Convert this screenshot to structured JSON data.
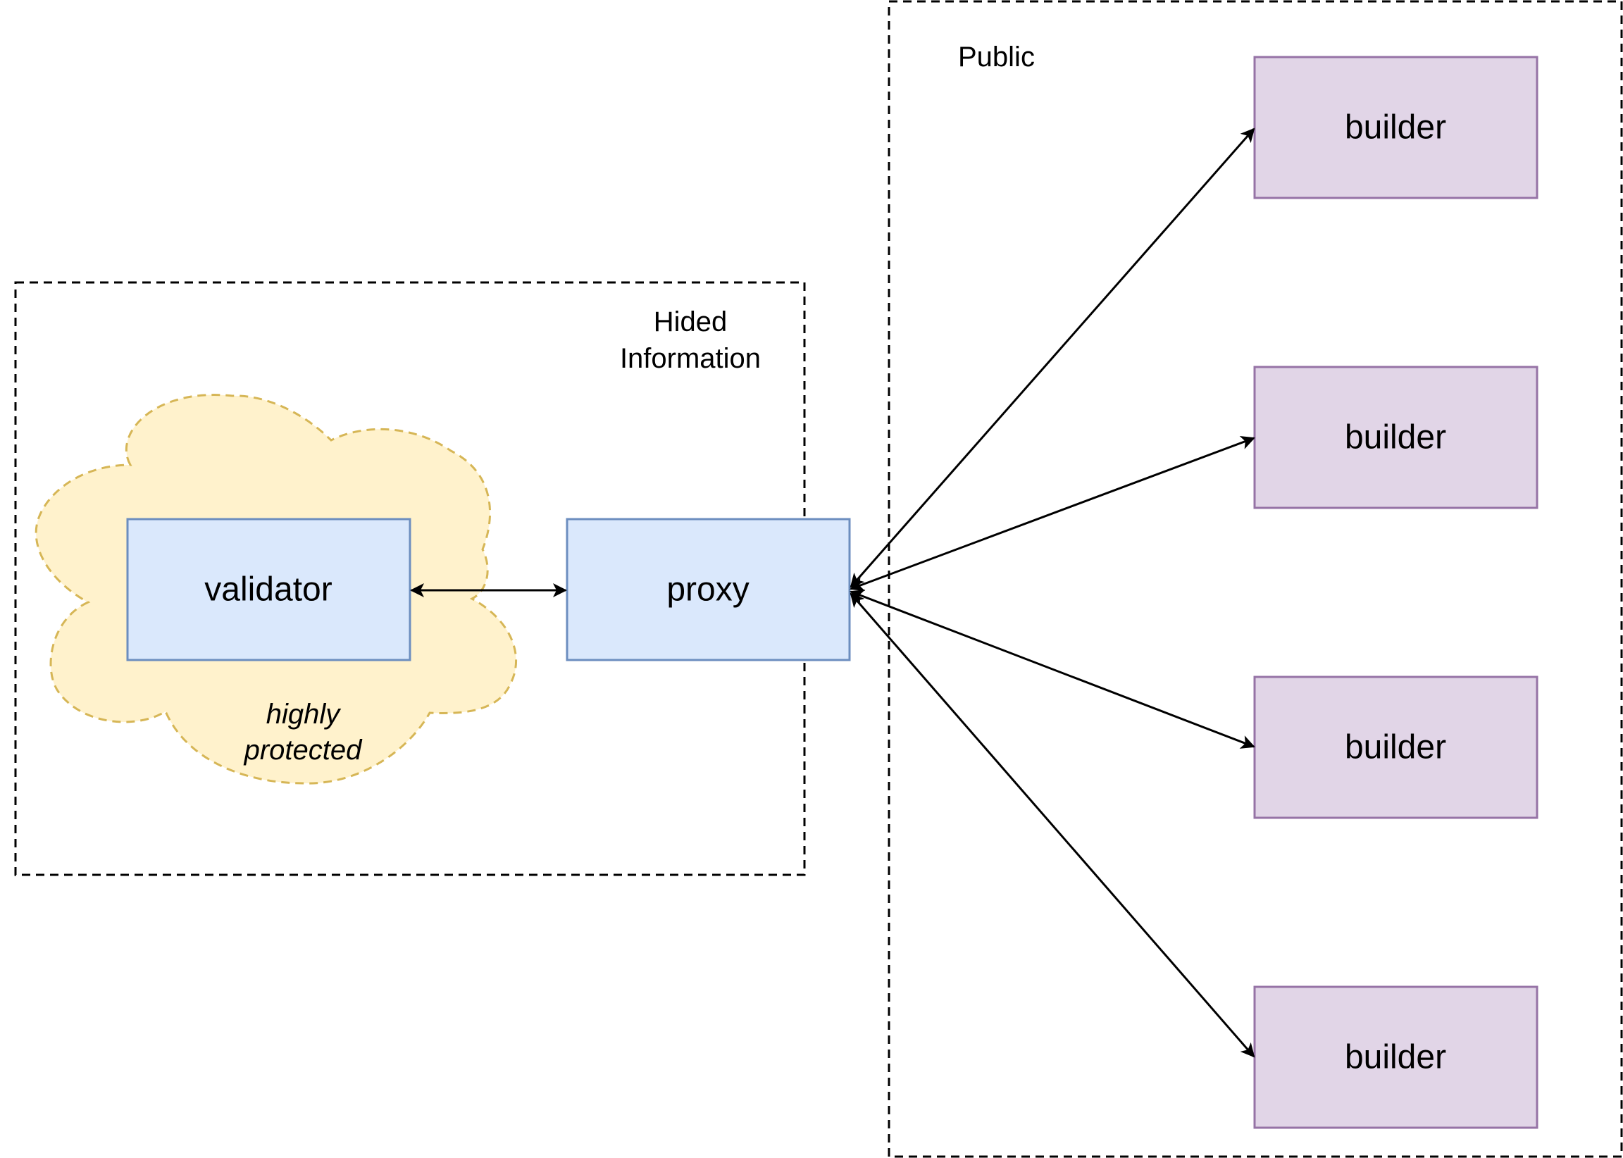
{
  "zones": {
    "hidden": {
      "label_line1": "Hided",
      "label_line2": "Information"
    },
    "public": {
      "label": "Public"
    }
  },
  "cloud": {
    "label_line1": "highly",
    "label_line2": "protected",
    "fill": "#fff2cc",
    "stroke": "#d6b656"
  },
  "nodes": {
    "validator": {
      "label": "validator"
    },
    "proxy": {
      "label": "proxy"
    },
    "builders": [
      {
        "label": "builder"
      },
      {
        "label": "builder"
      },
      {
        "label": "builder"
      },
      {
        "label": "builder"
      }
    ]
  },
  "colors": {
    "blue_fill": "#dae8fc",
    "blue_stroke": "#6c8ebf",
    "purple_fill": "#e1d5e7",
    "purple_stroke": "#9673a6",
    "edge": "#000000"
  }
}
